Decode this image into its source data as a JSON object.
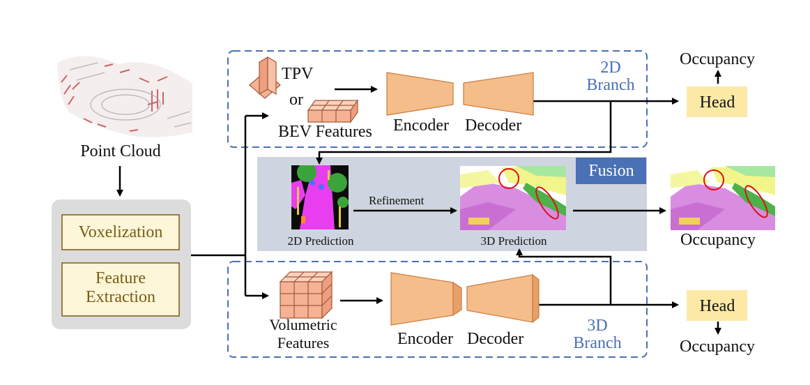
{
  "input": {
    "label": "Point Cloud"
  },
  "preprocess": {
    "voxelization": "Voxelization",
    "feature_extraction": [
      "Feature",
      "Extraction"
    ]
  },
  "branch_2d": {
    "label": [
      "2D",
      "Branch"
    ],
    "tpv": "TPV",
    "or": "or",
    "bev": "BEV Features",
    "encoder": "Encoder",
    "decoder": "Decoder",
    "head": "Head",
    "output": "Occupancy"
  },
  "fusion": {
    "label": "Fusion",
    "pred_2d": "2D Prediction",
    "refinement": "Refinement",
    "pred_3d": "3D Prediction",
    "output": "Occupancy"
  },
  "branch_3d": {
    "label": [
      "3D",
      "Branch"
    ],
    "volumetric": [
      "Volumetric",
      "Features"
    ],
    "encoder": "Encoder",
    "decoder": "Decoder",
    "head": "Head",
    "output": "Occupancy"
  },
  "colors": {
    "dashed_border": "#4a70b5",
    "fusion_band": "#cfd5e0",
    "fusion_tag": "#4a70b5",
    "head_fill": "#fde9a6",
    "encoder_fill": "#f5bd8a",
    "preprocess_box": "#fdf6d8",
    "preprocess_panel": "#dcdcdc"
  }
}
